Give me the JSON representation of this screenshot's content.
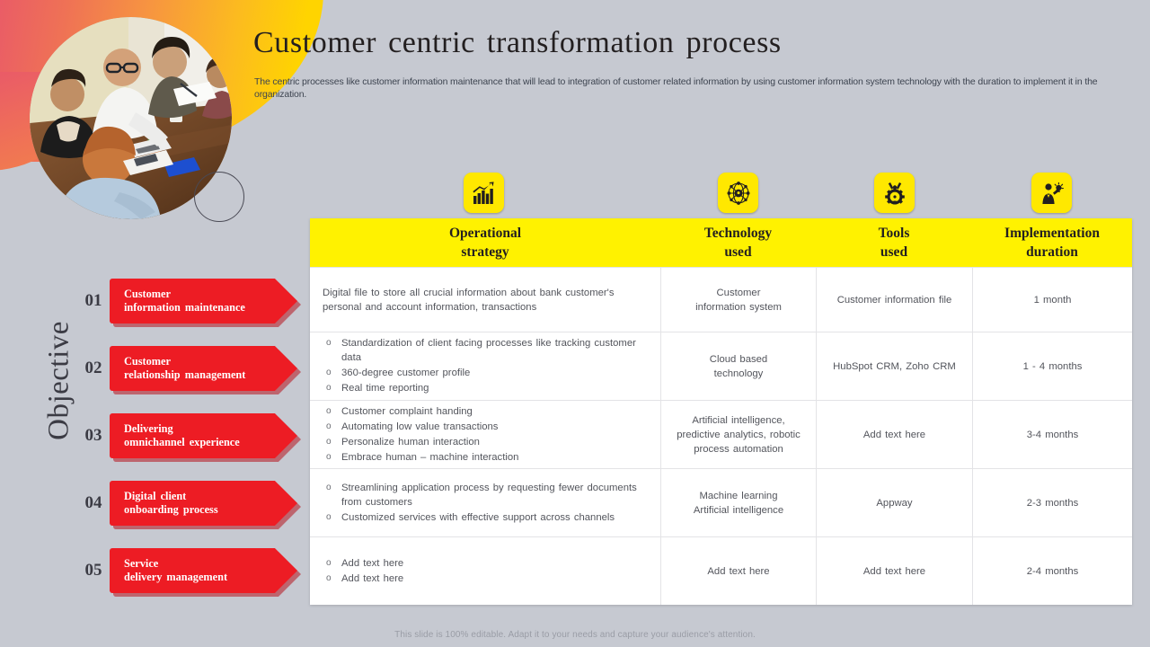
{
  "slide": {
    "title": "Customer centric transformation process",
    "subtitle": "The  centric processes like customer information maintenance that will lead to integration of customer related information by using customer information system technology with the duration to implement it in the organization.",
    "objective_label": "Objective",
    "footer": "This slide is 100% editable. Adapt it to your needs and capture your audience's attention.",
    "colors": {
      "background": "#c6c9d1",
      "header_yellow": "#fff200",
      "badge_yellow": "#ffe800",
      "accent_red": "#ed1c24",
      "red_shadow": "#b7121d",
      "text_dark": "#231f20",
      "text_body": "#53555c",
      "gradient_start": "#e8556c",
      "gradient_mid": "#f79540",
      "gradient_end": "#ffd400"
    }
  },
  "steps": [
    {
      "number": "01",
      "line1": "Customer",
      "line2": "information  maintenance"
    },
    {
      "number": "02",
      "line1": "Customer",
      "line2": "relationship  management"
    },
    {
      "number": "03",
      "line1": "Delivering",
      "line2": "omnichannel  experience"
    },
    {
      "number": "04",
      "line1": "Digital client",
      "line2": "onboarding  process"
    },
    {
      "number": "05",
      "line1": "Service",
      "line2": "delivery management"
    }
  ],
  "icons": [
    {
      "name": "growth-bar-chart-icon",
      "column": "Operational strategy"
    },
    {
      "name": "network-hub-icon",
      "column": "Technology used"
    },
    {
      "name": "gear-tools-icon",
      "column": "Tools used"
    },
    {
      "name": "person-idea-bulb-icon",
      "column": "Implementation duration"
    }
  ],
  "table": {
    "headers": [
      {
        "line1": "Operational",
        "line2": "strategy"
      },
      {
        "line1": "Technology",
        "line2": "used"
      },
      {
        "line1": "Tools",
        "line2": "used"
      },
      {
        "line1": "Implementation",
        "line2": "duration"
      }
    ],
    "rows": [
      {
        "strategy_paragraph": "Digital file to store all crucial information  about bank customer's personal and  account information,  transactions",
        "strategy_bullets": [],
        "technology": "Customer\ninformation system",
        "tools": "Customer information  file",
        "duration": "1 month"
      },
      {
        "strategy_paragraph": "",
        "strategy_bullets": [
          "Standardization  of client facing processes like tracking customer data",
          "360-degree  customer  profile",
          "Real time reporting"
        ],
        "technology": "Cloud based\ntechnology",
        "tools": "HubSpot CRM, Zoho  CRM",
        "duration": "1 - 4 months"
      },
      {
        "strategy_paragraph": "",
        "strategy_bullets": [
          "Customer complaint handing",
          "Automating low value  transactions",
          "Personalize  human  interaction",
          "Embrace human – machine interaction"
        ],
        "technology": "Artificial intelligence,\npredictive  analytics, robotic\nprocess automation",
        "tools": "Add text here",
        "duration": "3-4 months"
      },
      {
        "strategy_paragraph": "",
        "strategy_bullets": [
          "Streamlining application process by requesting  fewer documents from customers",
          "Customized  services  with effective  support across channels"
        ],
        "technology": "Machine learning\nArtificial intelligence",
        "tools": "Appway",
        "duration": "2-3 months"
      },
      {
        "strategy_paragraph": "",
        "strategy_bullets": [
          "Add text here",
          "Add text here"
        ],
        "technology": "Add text here",
        "tools": "Add text here",
        "duration": "2-4 months"
      }
    ]
  }
}
